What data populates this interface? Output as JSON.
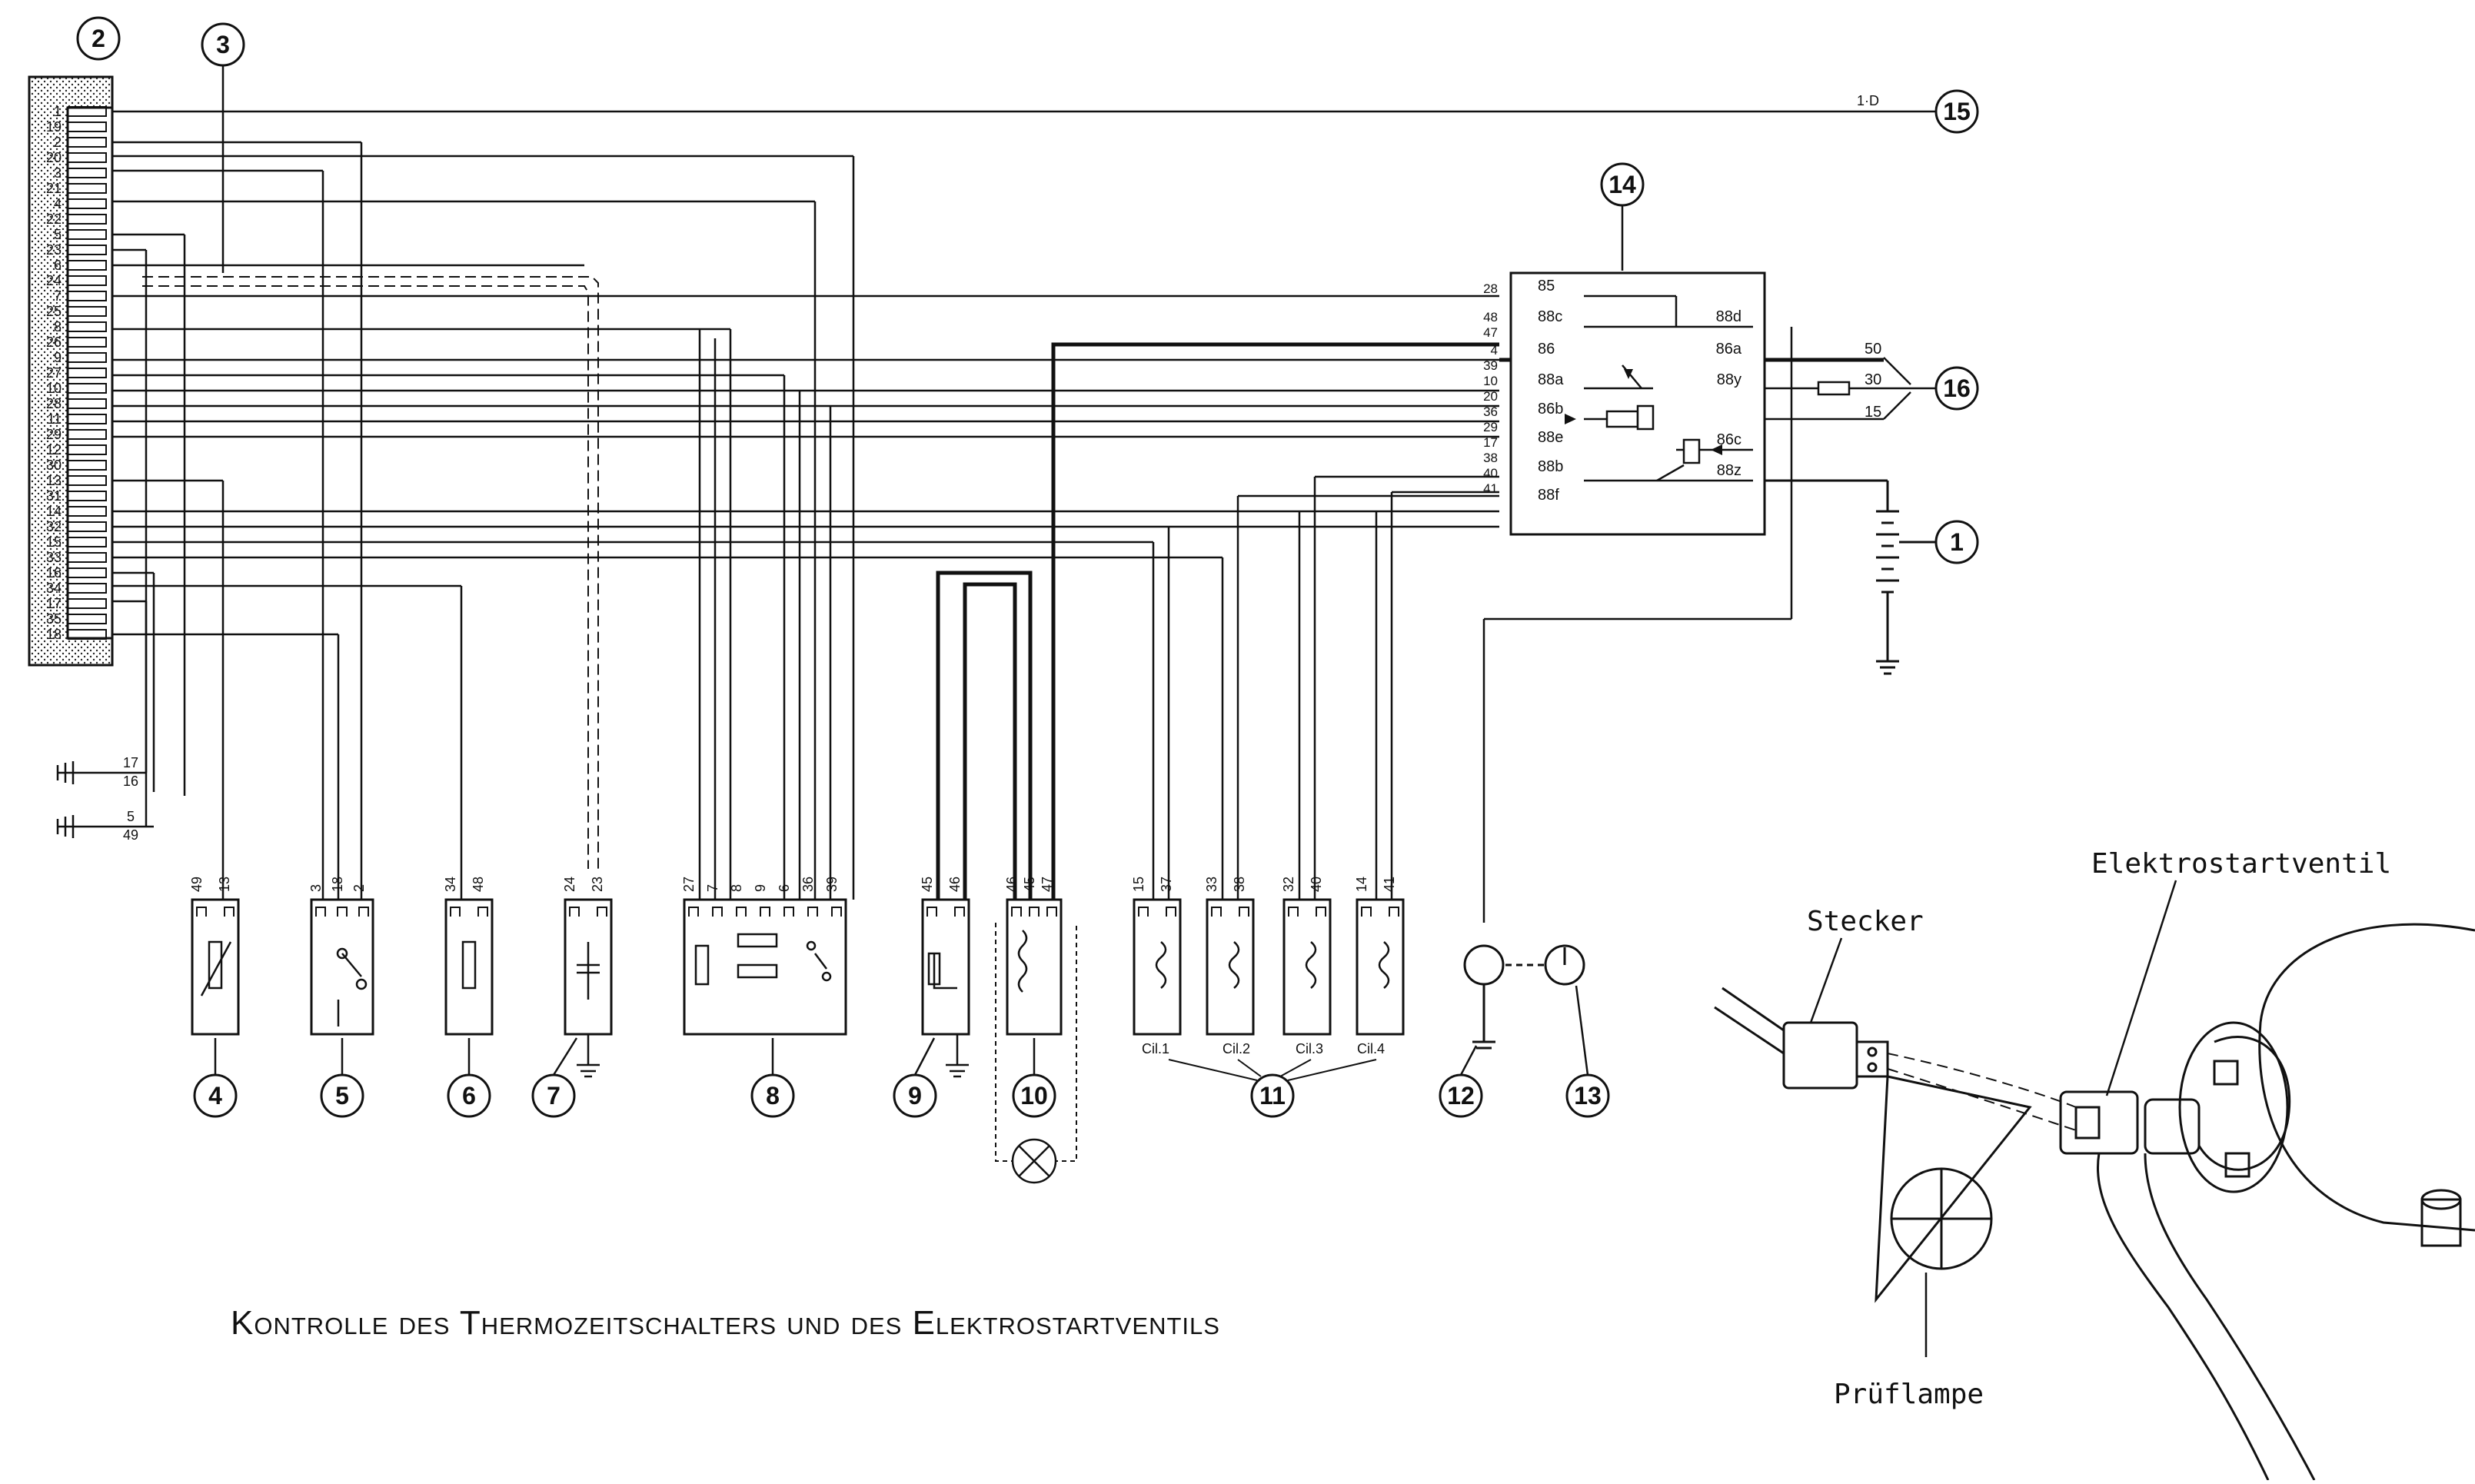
{
  "caption": "Kontrolle des Thermozeitschalters und des Elektrostartventils",
  "callouts": [
    "1",
    "2",
    "3",
    "4",
    "5",
    "6",
    "7",
    "8",
    "9",
    "10",
    "11",
    "12",
    "13",
    "14",
    "15",
    "16"
  ],
  "ecu_pins_left": [
    "1",
    "19",
    "2",
    "20",
    "3",
    "21",
    "4",
    "22",
    "5",
    "23",
    "6",
    "24",
    "7",
    "25",
    "8",
    "26",
    "9",
    "27",
    "10",
    "28",
    "11",
    "29",
    "12",
    "30",
    "13",
    "31",
    "14",
    "32",
    "15",
    "33",
    "16",
    "34",
    "17",
    "35",
    "18"
  ],
  "relay_pins_left": [
    "28",
    "48",
    "47",
    "4",
    "39",
    "10",
    "20",
    "36",
    "29",
    "17",
    "38",
    "40",
    "41"
  ],
  "relay_terminals_left": [
    "85",
    "88c",
    "86",
    "88a",
    "86b",
    "88e",
    "88b",
    "88f"
  ],
  "relay_terminals_right": [
    "88d",
    "86a",
    "88y",
    "86c",
    "88z"
  ],
  "relay_out_pins": [
    "50",
    "30",
    "15"
  ],
  "ecu_d_label": "1·D",
  "ground_left_pins": [
    "17",
    "16",
    "5",
    "49"
  ],
  "components": [
    {
      "id": "4",
      "pins": [
        "49",
        "13"
      ]
    },
    {
      "id": "5",
      "pins": [
        "3",
        "18",
        "2"
      ]
    },
    {
      "id": "6",
      "pins": [
        "34",
        "48"
      ]
    },
    {
      "id": "7",
      "pins": [
        "24",
        "23"
      ]
    },
    {
      "id": "8",
      "pins": [
        "27",
        "7",
        "8",
        "9",
        "6",
        "36",
        "39"
      ]
    },
    {
      "id": "9",
      "pins": [
        "45",
        "46"
      ]
    },
    {
      "id": "10",
      "pins": [
        "46",
        "45",
        "47"
      ]
    },
    {
      "id": "11a",
      "pins": [
        "15",
        "37"
      ],
      "label": "Cil.1"
    },
    {
      "id": "11b",
      "pins": [
        "33",
        "38"
      ],
      "label": "Cil.2"
    },
    {
      "id": "11c",
      "pins": [
        "32",
        "40"
      ],
      "label": "Cil.3"
    },
    {
      "id": "11d",
      "pins": [
        "14",
        "41"
      ],
      "label": "Cil.4"
    }
  ],
  "detail": {
    "label_elektrostartventil": "Elektrostartventil",
    "label_stecker": "Stecker",
    "label_prueflampe": "Prüflampe"
  }
}
